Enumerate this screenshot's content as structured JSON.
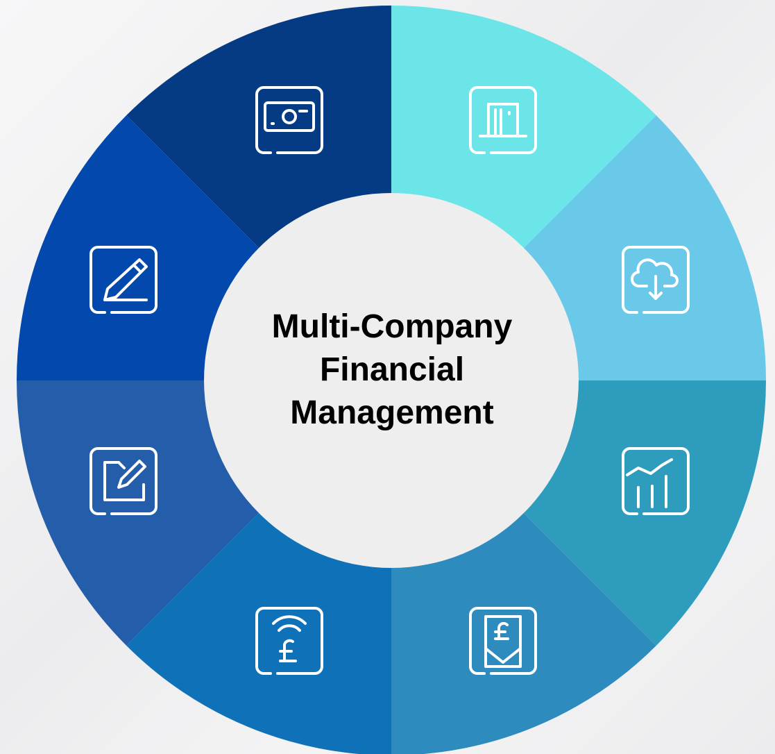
{
  "center": {
    "line1": "Multi-Company",
    "line2": "Financial",
    "line3": "Management"
  },
  "segments": [
    {
      "name": "segment-top-left",
      "color": "#053a85",
      "icon": "banknote-icon"
    },
    {
      "name": "segment-top-right",
      "color": "#6ce5e8",
      "icon": "door-icon"
    },
    {
      "name": "segment-right-top",
      "color": "#6ac9e8",
      "icon": "cloud-download-icon"
    },
    {
      "name": "segment-right-bottom",
      "color": "#2e9dbd",
      "icon": "chart-trend-icon"
    },
    {
      "name": "segment-bottom-right",
      "color": "#2d8bbd",
      "icon": "pound-mail-icon"
    },
    {
      "name": "segment-bottom-left",
      "color": "#0f72b8",
      "icon": "pound-contactless-icon"
    },
    {
      "name": "segment-left-bottom",
      "color": "#245daa",
      "icon": "document-edit-icon"
    },
    {
      "name": "segment-left-top",
      "color": "#0348ac",
      "icon": "pencil-edit-icon"
    }
  ],
  "colors": {
    "inner_circle": "#eeeeef",
    "icon_stroke": "#ffffff",
    "title_text": "#000000"
  }
}
